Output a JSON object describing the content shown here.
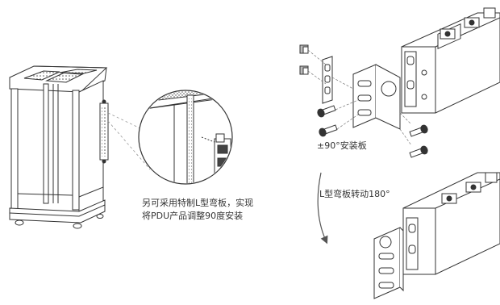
{
  "captions": {
    "note_line1": "另可采用特制L型弯板，实现",
    "note_line2": "将PDU产品调整90度安装",
    "angle_plate": "±90°安装板",
    "rotate_label": "L型弯板转动180°"
  },
  "colors": {
    "stroke": "#333333",
    "light_stroke": "#888888",
    "fill_dark": "#555555",
    "fill_light": "#f2f2f2"
  },
  "icons": [
    "cabinet-rack",
    "zoom-circle",
    "pdu-unit",
    "l-bracket",
    "screw",
    "cage-nut",
    "rotate-arrow"
  ]
}
